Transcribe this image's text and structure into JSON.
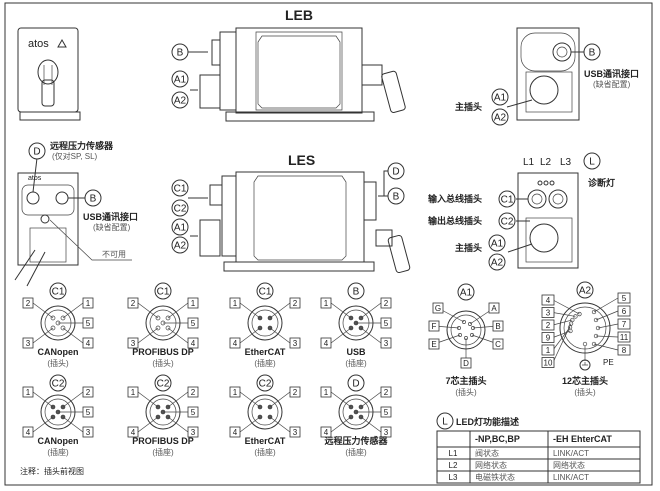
{
  "titles": {
    "leb": "LEB",
    "les": "LES"
  },
  "logo": "atos",
  "callouts": {
    "A1": "A1",
    "A2": "A2",
    "B": "B",
    "C1": "C1",
    "C2": "C2",
    "D": "D",
    "L": "L"
  },
  "top_right": {
    "usb_label": "USB通讯接口",
    "usb_note": "(缺省配置)",
    "main_plug": "主插头"
  },
  "left_mid": {
    "sensor_label": "远程压力传感器",
    "sensor_note": "(仅对SP, SL)",
    "usb_label": "USB通讯接口",
    "usb_note": "(缺省配置)",
    "not_available": "不可用"
  },
  "right_mid": {
    "led_names": [
      "L1",
      "L2",
      "L3"
    ],
    "diag_light": "诊断灯",
    "input_bus": "输入总线插头",
    "output_bus": "输出总线插头",
    "main_plug": "主插头"
  },
  "connectors": [
    {
      "tag": "C1",
      "name": "CANopen",
      "type": "(插头)",
      "pins": [
        "2",
        "1",
        "5",
        "3",
        "4"
      ]
    },
    {
      "tag": "C1",
      "name": "PROFIBUS DP",
      "type": "(插头)",
      "pins": [
        "2",
        "1",
        "5",
        "3",
        "4"
      ]
    },
    {
      "tag": "C1",
      "name": "EtherCAT",
      "type": "(插座)",
      "pins": [
        "1",
        "2",
        "",
        "4",
        "3"
      ]
    },
    {
      "tag": "B",
      "name": "USB",
      "type": "(插座)",
      "pins": [
        "1",
        "2",
        "5",
        "4",
        "3"
      ]
    },
    {
      "tag": "C2",
      "name": "CANopen",
      "type": "(插座)",
      "pins": [
        "1",
        "2",
        "5",
        "4",
        "3"
      ]
    },
    {
      "tag": "C2",
      "name": "PROFIBUS DP",
      "type": "(插座)",
      "pins": [
        "1",
        "2",
        "5",
        "4",
        "3"
      ]
    },
    {
      "tag": "C2",
      "name": "EtherCAT",
      "type": "(插座)",
      "pins": [
        "1",
        "2",
        "",
        "4",
        "3"
      ]
    },
    {
      "tag": "D",
      "name": "远程压力传感器",
      "type": "(插座)",
      "pins": [
        "1",
        "2",
        "5",
        "4",
        "3"
      ]
    }
  ],
  "main7": {
    "tag": "A1",
    "name": "7芯主插头",
    "type": "(插头)",
    "pins": [
      "G",
      "A",
      "F",
      "B",
      "E",
      "C",
      "D"
    ]
  },
  "main12": {
    "tag": "A2",
    "name": "12芯主插头",
    "type": "(插头)",
    "left_pins": [
      "4",
      "3",
      "2",
      "9",
      "1",
      "10"
    ],
    "right_pins": [
      "5",
      "6",
      "7",
      "11",
      "8"
    ],
    "pe": "PE"
  },
  "note": "注释：插头前视图",
  "led_table": {
    "title": "LED灯功能描述",
    "headers": [
      "",
      "-NP,BC,BP",
      "-EH EhterCAT"
    ],
    "rows": [
      [
        "L1",
        "阀状态",
        "LINK/ACT"
      ],
      [
        "L2",
        "网络状态",
        "网络状态"
      ],
      [
        "L3",
        "电磁铁状态",
        "LINK/ACT"
      ]
    ]
  }
}
